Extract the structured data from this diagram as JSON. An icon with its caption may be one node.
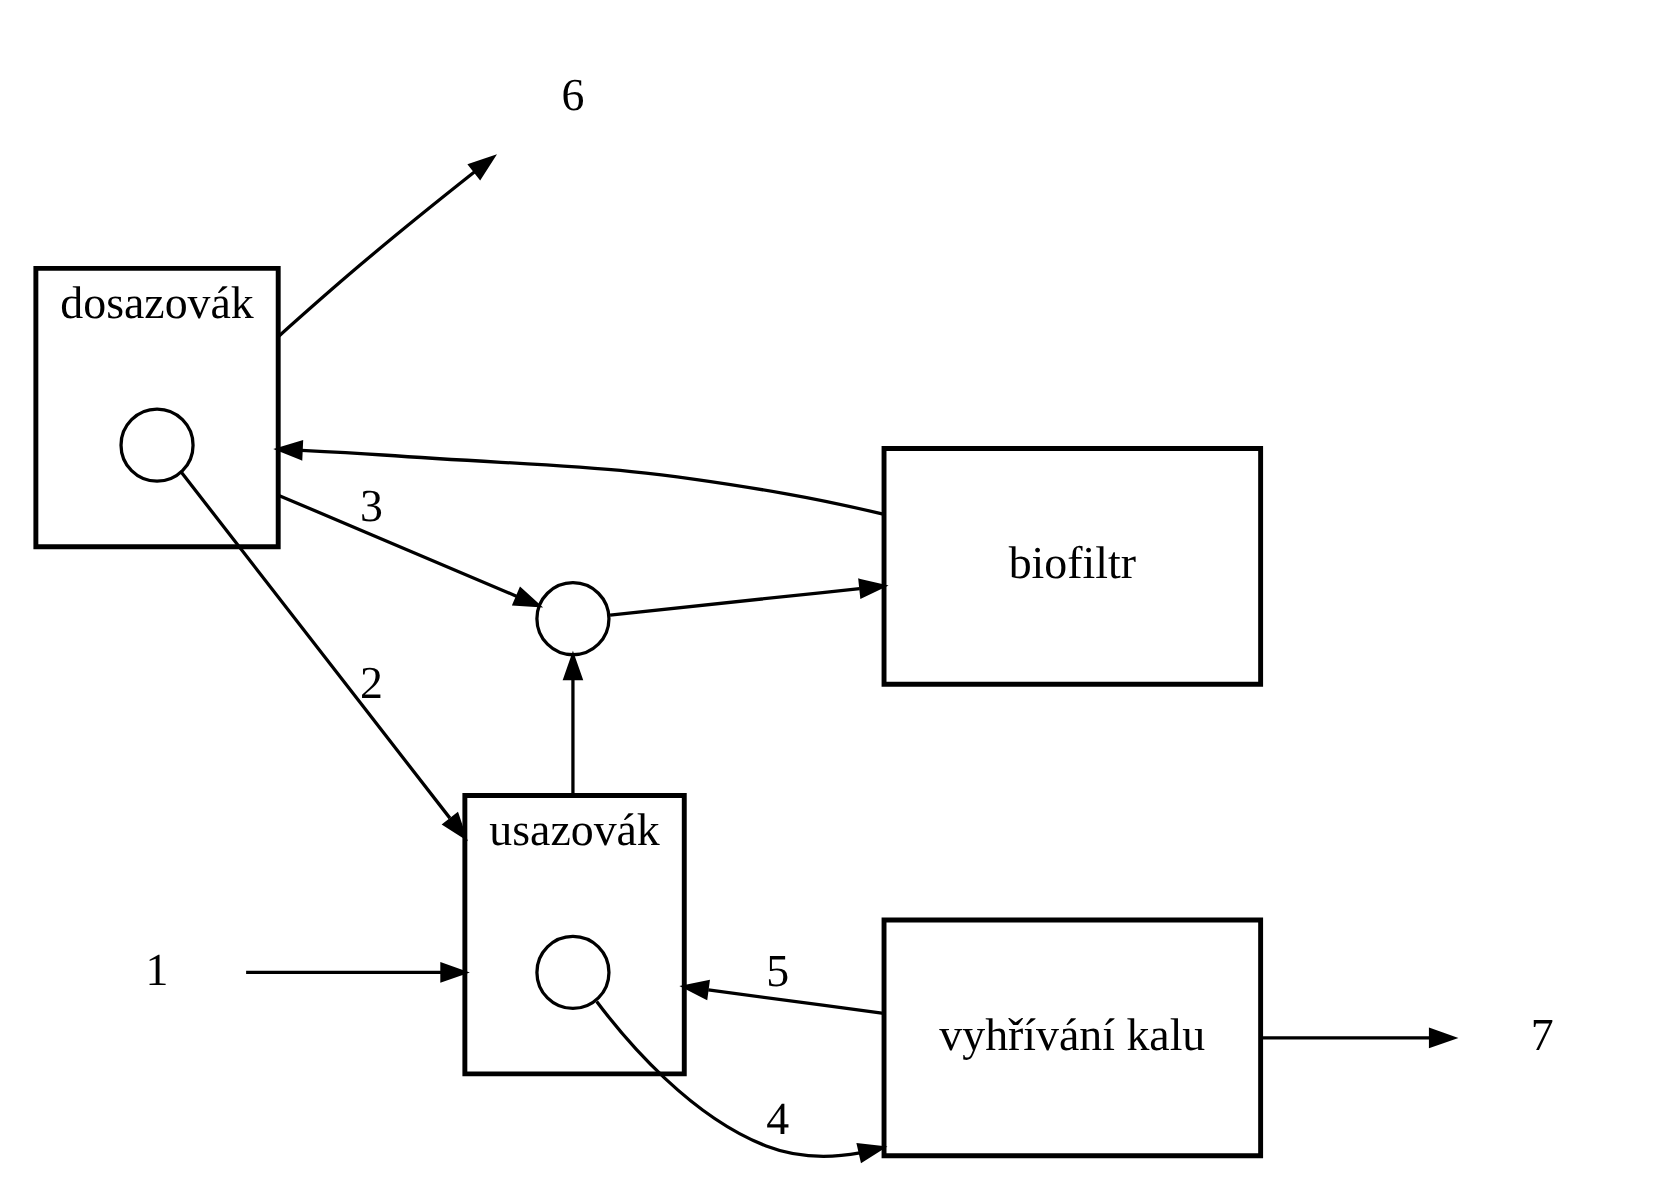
{
  "diagram": {
    "nodes": [
      {
        "text": [
          "usazovák"
        ]
      },
      {
        "text": [],
        "shape": "circle",
        "in": 0
      },
      {
        "text": [],
        "shape": "circle"
      },
      {
        "text": [
          "biofiltr"
        ]
      },
      {
        "text": [
          "dosazovák"
        ]
      },
      {
        "text": [],
        "shape": "circle",
        "in": 4
      },
      {
        "text": [
          "vyhřívání kalu"
        ]
      },
      {
        "text": [
          "1"
        ]
      },
      {
        "text": [
          "7"
        ]
      },
      {
        "text": [
          "6"
        ]
      }
    ],
    "edges": [
      {
        "from": 7,
        "to": 0,
        "arrow": "to"
      },
      {
        "from": 1,
        "to": 6,
        "arrow": "to",
        "label": "4"
      },
      {
        "from": 6,
        "to": 0,
        "arrow": "to",
        "label": "5"
      },
      {
        "from": 0,
        "to": 2,
        "arrow": "to"
      },
      {
        "from": 2,
        "to": 3,
        "arrow": "to"
      },
      {
        "from": 3,
        "to": 4,
        "arrow": "to"
      },
      {
        "from": 5,
        "to": 0,
        "arrow": "to",
        "label": "2"
      },
      {
        "from": 4,
        "to": 2,
        "arrow": "to",
        "label": "3"
      },
      {
        "from": 4,
        "to": 9,
        "arrow": "to"
      },
      {
        "from": 6,
        "to": 8,
        "arrow": "to"
      }
    ]
  }
}
